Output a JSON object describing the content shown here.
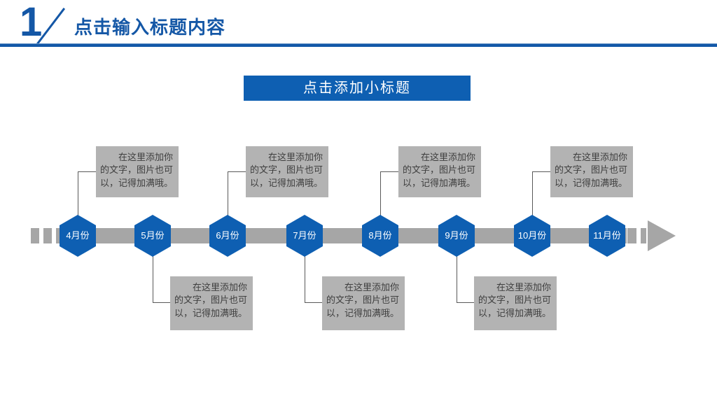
{
  "header": {
    "section_number": "1",
    "title": "点击输入标题内容"
  },
  "subtitle": {
    "label": "点击添加小标题"
  },
  "timeline": {
    "months": [
      {
        "label": "4月份",
        "note_side": "top",
        "note": "在这里添加你的文字，图片也可以，记得加满哦。"
      },
      {
        "label": "5月份",
        "note_side": "bottom",
        "note": "在这里添加你的文字，图片也可以，记得加满哦。"
      },
      {
        "label": "6月份",
        "note_side": "top",
        "note": "在这里添加你的文字，图片也可以，记得加满哦。"
      },
      {
        "label": "7月份",
        "note_side": "bottom",
        "note": "在这里添加你的文字，图片也可以，记得加满哦。"
      },
      {
        "label": "8月份",
        "note_side": "top",
        "note": "在这里添加你的文字，图片也可以，记得加满哦。"
      },
      {
        "label": "9月份",
        "note_side": "bottom",
        "note": "在这里添加你的文字，图片也可以，记得加满哦。"
      },
      {
        "label": "10月份",
        "note_side": "top",
        "note": "在这里添加你的文字，图片也可以，记得加满哦。"
      },
      {
        "label": "11月份",
        "note_side": "none",
        "note": ""
      }
    ]
  },
  "colors": {
    "header_blue": "#1457A6",
    "shape_blue": "#0E5FB2",
    "bar_gray": "#A6A6A6",
    "note_gray": "#B3B3B3",
    "note_text": "#3F3F3F"
  }
}
